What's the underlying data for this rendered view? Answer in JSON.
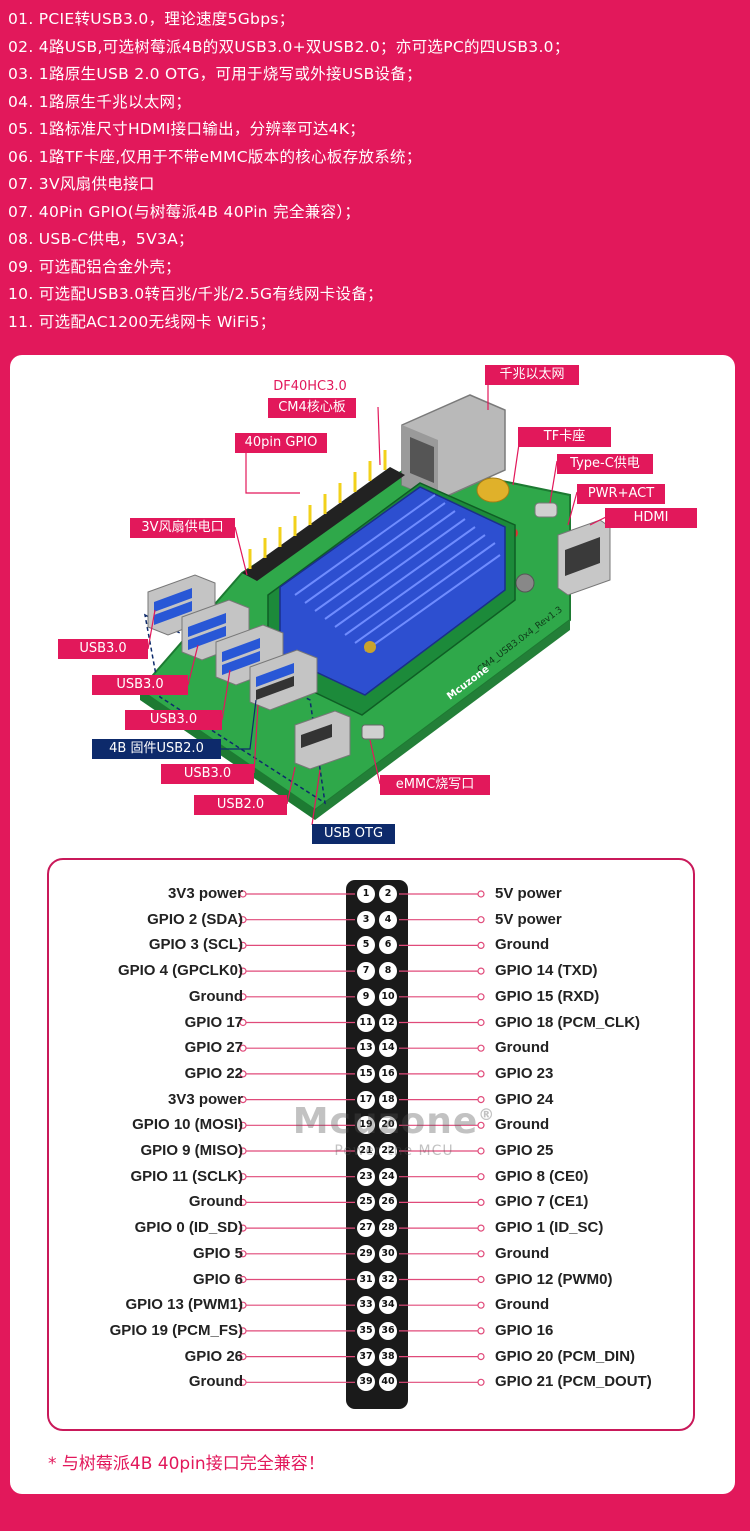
{
  "features": [
    "01. PCIE转USB3.0，理论速度5Gbps；",
    "02. 4路USB,可选树莓派4B的双USB3.0+双USB2.0；亦可选PC的四USB3.0；",
    "03. 1路原生USB 2.0 OTG，可用于烧写或外接USB设备；",
    "04. 1路原生千兆以太网；",
    "05. 1路标准尺寸HDMI接口输出，分辨率可达4K；",
    "06. 1路TF卡座,仅用于不带eMMC版本的核心板存放系统；",
    "07. 3V风扇供电接口",
    "07. 40Pin GPIO(与树莓派4B 40Pin 完全兼容）；",
    "08. USB-C供电，5V3A；",
    "09. 可选配铝合金外壳；",
    "10. 可选配USB3.0转百兆/千兆/2.5G有线网卡设备；",
    "11. 可选配AC1200无线网卡 WiFi5；"
  ],
  "board_labels": {
    "df40": "DF40HC3.0",
    "cm4": "CM4核心板",
    "gpio40": "40pin GPIO",
    "ethernet": "千兆以太网",
    "tf": "TF卡座",
    "typec": "Type-C供电",
    "pwr": "PWR+ACT",
    "hdmi": "HDMI",
    "fan": "3V风扇供电口",
    "usb3_1": "USB3.0",
    "usb3_2": "USB3.0",
    "usb3_3": "USB3.0",
    "fw_usb2": "4B 固件USB2.0",
    "usb3_4": "USB3.0",
    "usb2": "USB2.0",
    "emmc": "eMMC烧写口",
    "usbotg": "USB OTG",
    "board_silk": "CM4_USB3.0x4_Rev1.3",
    "board_brand": "Mcuzone"
  },
  "pinout": {
    "rows": [
      {
        "left": "3V3 power",
        "ln": "1",
        "rn": "2",
        "right": "5V power"
      },
      {
        "left": "GPIO 2 (SDA)",
        "ln": "3",
        "rn": "4",
        "right": "5V power"
      },
      {
        "left": "GPIO 3 (SCL)",
        "ln": "5",
        "rn": "6",
        "right": "Ground"
      },
      {
        "left": "GPIO 4 (GPCLK0)",
        "ln": "7",
        "rn": "8",
        "right": "GPIO 14 (TXD)"
      },
      {
        "left": "Ground",
        "ln": "9",
        "rn": "10",
        "right": "GPIO 15 (RXD)"
      },
      {
        "left": "GPIO 17",
        "ln": "11",
        "rn": "12",
        "right": "GPIO 18 (PCM_CLK)"
      },
      {
        "left": "GPIO 27",
        "ln": "13",
        "rn": "14",
        "right": "Ground"
      },
      {
        "left": "GPIO 22",
        "ln": "15",
        "rn": "16",
        "right": "GPIO 23"
      },
      {
        "left": "3V3 power",
        "ln": "17",
        "rn": "18",
        "right": "GPIO 24"
      },
      {
        "left": "GPIO 10 (MOSI)",
        "ln": "19",
        "rn": "20",
        "right": "Ground"
      },
      {
        "left": "GPIO 9 (MISO)",
        "ln": "21",
        "rn": "22",
        "right": "GPIO 25"
      },
      {
        "left": "GPIO 11 (SCLK)",
        "ln": "23",
        "rn": "24",
        "right": "GPIO 8 (CE0)"
      },
      {
        "left": "Ground",
        "ln": "25",
        "rn": "26",
        "right": "GPIO 7 (CE1)"
      },
      {
        "left": "GPIO 0 (ID_SD)",
        "ln": "27",
        "rn": "28",
        "right": "GPIO 1 (ID_SC)"
      },
      {
        "left": "GPIO 5",
        "ln": "29",
        "rn": "30",
        "right": "Ground"
      },
      {
        "left": "GPIO 6",
        "ln": "31",
        "rn": "32",
        "right": "GPIO 12 (PWM0)"
      },
      {
        "left": "GPIO 13 (PWM1)",
        "ln": "33",
        "rn": "34",
        "right": "Ground"
      },
      {
        "left": "GPIO 19 (PCM_FS)",
        "ln": "35",
        "rn": "36",
        "right": "GPIO 16"
      },
      {
        "left": "GPIO 26",
        "ln": "37",
        "rn": "38",
        "right": "GPIO 20 (PCM_DIN)"
      },
      {
        "left": "Ground",
        "ln": "39",
        "rn": "40",
        "right": "GPIO 21 (PCM_DOUT)"
      }
    ]
  },
  "watermark": {
    "main": "Mcuzone",
    "registered": "®",
    "sub": "Power the MCU"
  },
  "footnote": "* 与树莓派4B 40pin接口完全兼容！",
  "colors": {
    "brand": "#e2185b",
    "navy": "#0d2a6b",
    "pcb": "#2fa84a",
    "heatsink": "#2d4fd0",
    "header": "#f2d11b"
  }
}
